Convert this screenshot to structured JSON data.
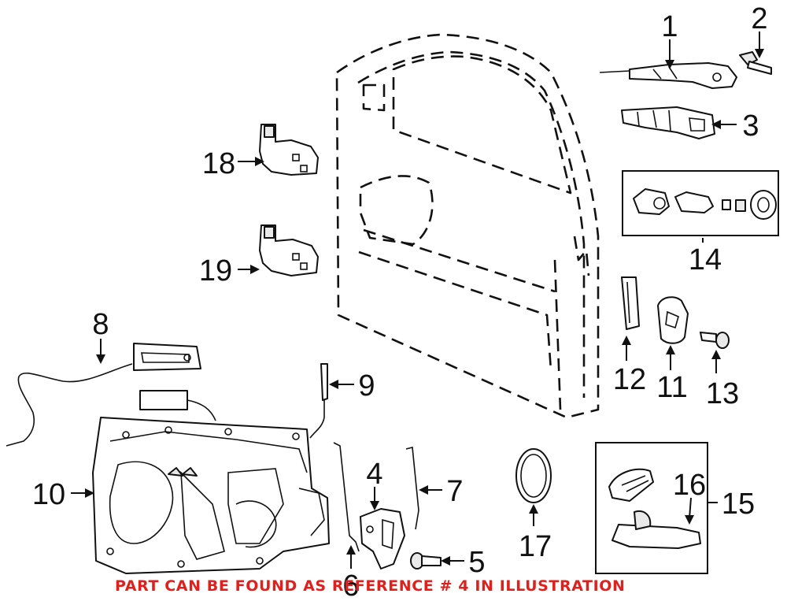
{
  "callouts": [
    {
      "id": "1",
      "label": "1"
    },
    {
      "id": "2",
      "label": "2"
    },
    {
      "id": "3",
      "label": "3"
    },
    {
      "id": "4",
      "label": "4"
    },
    {
      "id": "5",
      "label": "5"
    },
    {
      "id": "6",
      "label": "6"
    },
    {
      "id": "7",
      "label": "7"
    },
    {
      "id": "8",
      "label": "8"
    },
    {
      "id": "9",
      "label": "9"
    },
    {
      "id": "10",
      "label": "10"
    },
    {
      "id": "11",
      "label": "11"
    },
    {
      "id": "12",
      "label": "12"
    },
    {
      "id": "13",
      "label": "13"
    },
    {
      "id": "14",
      "label": "14"
    },
    {
      "id": "15",
      "label": "15"
    },
    {
      "id": "16",
      "label": "16"
    },
    {
      "id": "17",
      "label": "17"
    },
    {
      "id": "18",
      "label": "18"
    },
    {
      "id": "19",
      "label": "19"
    }
  ],
  "note": "PART CAN BE FOUND AS REFERENCE # 4 IN ILLUSTRATION",
  "colors": {
    "note": "#e0201c",
    "line": "#111111"
  }
}
